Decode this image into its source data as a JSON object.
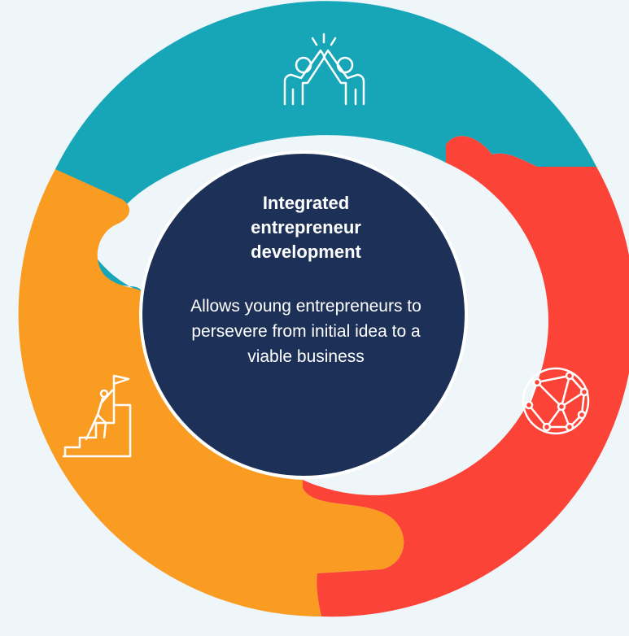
{
  "diagram": {
    "center": {
      "title": "Integrated entrepreneur development",
      "body": "Allows young entrepreneurs to persevere from initial idea to a viable business"
    },
    "segments": [
      {
        "id": "teamwork",
        "icon": "high-five-icon",
        "color": "#17A5B8"
      },
      {
        "id": "global",
        "icon": "globe-network-icon",
        "color": "#FB4338"
      },
      {
        "id": "growth",
        "icon": "summit-flag-icon",
        "color": "#FA9B22"
      }
    ],
    "colors": {
      "background": "#EEF6F9",
      "center": "#1D3158",
      "ring_stroke": "#FFFFFF"
    }
  }
}
